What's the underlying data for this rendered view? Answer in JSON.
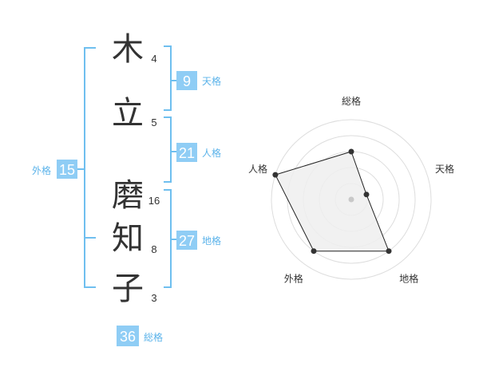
{
  "name_chars": [
    {
      "char": "木",
      "strokes": "4"
    },
    {
      "char": "立",
      "strokes": "5"
    },
    {
      "char": "磨",
      "strokes": "16"
    },
    {
      "char": "知",
      "strokes": "8"
    },
    {
      "char": "子",
      "strokes": "3"
    }
  ],
  "kakusu": {
    "tenkaku": {
      "value": "9",
      "label": "天格"
    },
    "jinkaku": {
      "value": "21",
      "label": "人格"
    },
    "chikaku": {
      "value": "27",
      "label": "地格"
    },
    "gaikaku": {
      "value": "15",
      "label": "外格"
    },
    "soukaku": {
      "value": "36",
      "label": "総格"
    }
  },
  "chart_data": {
    "type": "radar",
    "axes": [
      "総格",
      "天格",
      "地格",
      "外格",
      "人格"
    ],
    "rings": 5,
    "max": 5,
    "values": [
      3,
      1,
      4,
      4,
      5
    ]
  },
  "colors": {
    "accent": "#8fcdf5",
    "bracket": "#6fbfef",
    "label": "#5bb3ea"
  }
}
